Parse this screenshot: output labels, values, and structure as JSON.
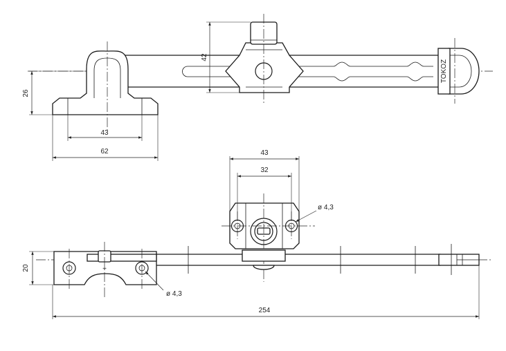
{
  "top_view": {
    "dim_height_bar": "42",
    "dim_height_bracket": "26",
    "dim_bracket_inner": "43",
    "dim_bracket_outer": "62",
    "brand_text": "TOKOZ"
  },
  "bottom_view": {
    "dim_plate_outer": "43",
    "dim_plate_holes": "32",
    "hole_label_plate": "ø 4,3",
    "dim_bar_height": "20",
    "hole_label_base": "ø 4,3",
    "dim_total_length": "254"
  }
}
